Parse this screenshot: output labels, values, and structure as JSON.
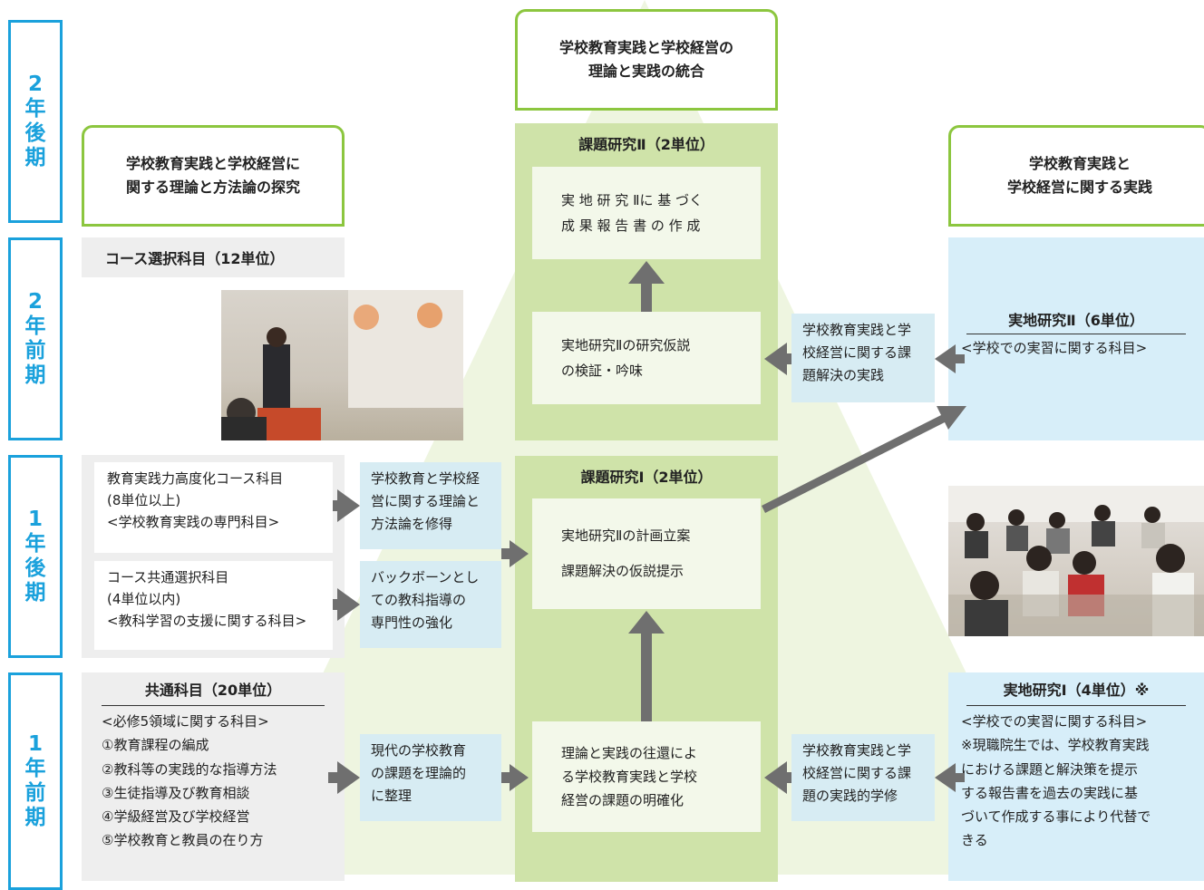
{
  "terms": {
    "t2late": [
      "2",
      "年",
      "後",
      "期"
    ],
    "t2early": [
      "2",
      "年",
      "前",
      "期"
    ],
    "t1late": [
      "1",
      "年",
      "後",
      "期"
    ],
    "t1early": [
      "1",
      "年",
      "前",
      "期"
    ]
  },
  "top_head": [
    "学校教育実践と学校経営の",
    "理論と実践の統合"
  ],
  "left_head": [
    "学校教育実践と学校経営に",
    "関する理論と方法論の探究"
  ],
  "right_head": [
    "学校教育実践と",
    "学校経営に関する実践"
  ],
  "course_select": "コース選択科目（12単位）",
  "kadai2": {
    "title": "課題研究Ⅱ（2単位）",
    "box_top": [
      "実 地 研 究 Ⅱに 基 づく",
      "成 果 報 告 書 の 作 成"
    ],
    "box_mid": [
      "実地研究Ⅱの研究仮説",
      "の検証・吟味"
    ]
  },
  "kadai1": {
    "title": "課題研究Ⅰ（2単位）",
    "box_mid": [
      "実地研究Ⅱの計画立案",
      "課題解決の仮説提示"
    ],
    "box_bottom": [
      "理論と実践の往還によ",
      "る学校教育実践と学校",
      "経営の課題の明確化"
    ]
  },
  "jicchi2": {
    "title": "実地研究Ⅱ（6単位）",
    "sub": "<学校での実習に関する科目>"
  },
  "jicchi1": {
    "title": "実地研究Ⅰ（4単位）※",
    "lines": [
      "<学校での実習に関する科目>",
      "※現職院生では、学校教育実践",
      "における課題と解決策を提示",
      "する報告書を過去の実践に基",
      "づいて作成する事により代替で",
      "きる"
    ]
  },
  "blue_right_2early": [
    "学校教育実践と学",
    "校経営に関する課",
    "題解決の実践"
  ],
  "blue_right_1early": [
    "学校教育実践と学",
    "校経営に関する課",
    "題の実践的学修"
  ],
  "blue_left_1": [
    "学校教育と学校経",
    "営に関する理論と",
    "方法論を修得"
  ],
  "blue_left_2": [
    "バックボーンとし",
    "ての教科指導の",
    "専門性の強化"
  ],
  "blue_left_3": [
    "現代の学校教育",
    "の課題を理論的",
    "に整理"
  ],
  "course_advanced": [
    "教育実践力高度化コース科目",
    "(8単位以上)",
    "<学校教育実践の専門科目>"
  ],
  "course_common": [
    "コース共通選択科目",
    "(4単位以内)",
    "<教科学習の支援に関する科目>"
  ],
  "common": {
    "title": "共通科目（20単位）",
    "lines": [
      "<必修5領域に関する科目>",
      "①教育課程の編成",
      "②教科等の実践的な指導方法",
      "③生徒指導及び教育相談",
      "④学級経営及び学校経営",
      "⑤学校教育と教員の在り方"
    ]
  },
  "colors": {
    "term_blue": "#1aa1dc",
    "frame_green": "#8cc63f",
    "column_green": "#cfe3a9",
    "arrow_grey": "#6f6f6f",
    "light_blue": "#d7eef9"
  }
}
